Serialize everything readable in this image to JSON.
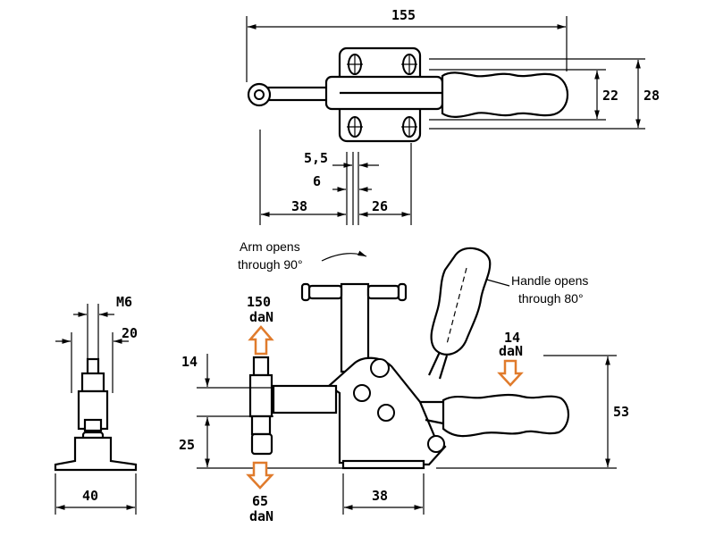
{
  "drawing": {
    "top_view": {
      "overall_length": "155",
      "height_outer": "28",
      "height_inner": "22",
      "offset_a": "5,5",
      "offset_b": "6",
      "left_dim": "38",
      "right_dim": "26"
    },
    "end_view": {
      "thread": "M6",
      "across": "20",
      "base_width": "40"
    },
    "side_view": {
      "height_a": "14",
      "height_b": "25",
      "total_height": "53",
      "base_length": "38"
    },
    "forces": {
      "holding_value": "150",
      "holding_unit": "daN",
      "clamping_value": "65",
      "clamping_unit": "daN",
      "handle_value": "14",
      "handle_unit": "daN"
    },
    "notes": {
      "arm_line1": "Arm opens",
      "arm_line2": "through 90°",
      "handle_line1": "Handle opens",
      "handle_line2": "through 80°"
    },
    "colors": {
      "line": "#000000",
      "force_arrow": "#e07b2c"
    }
  }
}
